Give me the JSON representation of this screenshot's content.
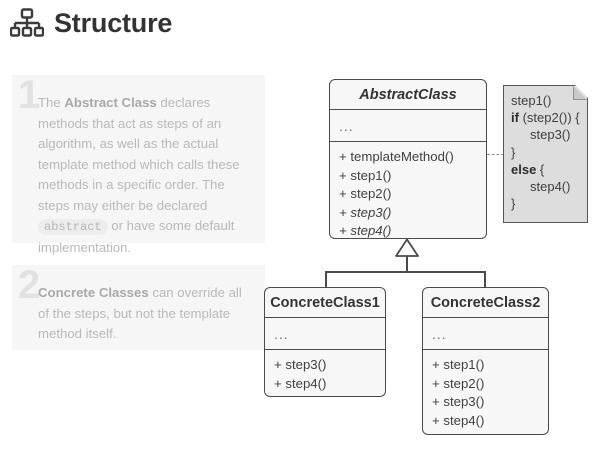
{
  "header": {
    "title": "Structure",
    "icon": "hierarchy-icon"
  },
  "explanations": [
    {
      "number": "1",
      "parts": [
        {
          "type": "text",
          "value": "The "
        },
        {
          "type": "bold",
          "value": "Abstract Class"
        },
        {
          "type": "text",
          "value": " declares methods that act as steps of an algorithm, as well as the actual template method which calls these methods in a specific order. The steps may either be declared "
        },
        {
          "type": "code",
          "value": "abstract"
        },
        {
          "type": "text",
          "value": " or have some default implementation."
        }
      ]
    },
    {
      "number": "2",
      "parts": [
        {
          "type": "bold",
          "value": "Concrete Classes"
        },
        {
          "type": "text",
          "value": " can override all of the steps, but not the template method itself."
        }
      ]
    }
  ],
  "diagram": {
    "classes": [
      {
        "id": "abstract-class",
        "name": "AbstractClass",
        "abstract": true,
        "attributes": "...",
        "operations": [
          {
            "label": "+ templateMethod()",
            "abstract": false
          },
          {
            "label": "+ step1()",
            "abstract": false
          },
          {
            "label": "+ step2()",
            "abstract": false
          },
          {
            "label": "+ step3()",
            "abstract": true
          },
          {
            "label": "+ step4()",
            "abstract": true
          }
        ]
      },
      {
        "id": "concrete-class-1",
        "name": "ConcreteClass1",
        "abstract": false,
        "attributes": "...",
        "operations": [
          {
            "label": "+ step3()",
            "abstract": false
          },
          {
            "label": "+ step4()",
            "abstract": false
          }
        ]
      },
      {
        "id": "concrete-class-2",
        "name": "ConcreteClass2",
        "abstract": false,
        "attributes": "...",
        "operations": [
          {
            "label": "+ step1()",
            "abstract": false
          },
          {
            "label": "+ step2()",
            "abstract": false
          },
          {
            "label": "+ step3()",
            "abstract": false
          },
          {
            "label": "+ step4()",
            "abstract": false
          }
        ]
      }
    ],
    "note": {
      "lines": [
        {
          "indent": 0,
          "keyword": "",
          "rest": "step1()"
        },
        {
          "indent": 0,
          "keyword": "if",
          "rest": " (step2()) {"
        },
        {
          "indent": 1,
          "keyword": "",
          "rest": "step3()"
        },
        {
          "indent": 0,
          "keyword": "",
          "rest": "}"
        },
        {
          "indent": 0,
          "keyword": "else",
          "rest": " {"
        },
        {
          "indent": 1,
          "keyword": "",
          "rest": "step4()"
        },
        {
          "indent": 0,
          "keyword": "",
          "rest": "}"
        }
      ]
    },
    "relations": [
      {
        "type": "generalization",
        "from": "ConcreteClass1",
        "to": "AbstractClass"
      },
      {
        "type": "generalization",
        "from": "ConcreteClass2",
        "to": "AbstractClass"
      },
      {
        "type": "note-link",
        "from": "note",
        "to": "AbstractClass"
      }
    ]
  },
  "colors": {
    "title": "#333333",
    "panel_bg": "#f6f6f6",
    "panel_text": "#b9b9b9",
    "panel_number": "#e2e2e2",
    "class_border": "#4a4a4a",
    "class_bg": "#f7f7f7",
    "note_bg": "#dddddd",
    "note_border": "#575757"
  }
}
